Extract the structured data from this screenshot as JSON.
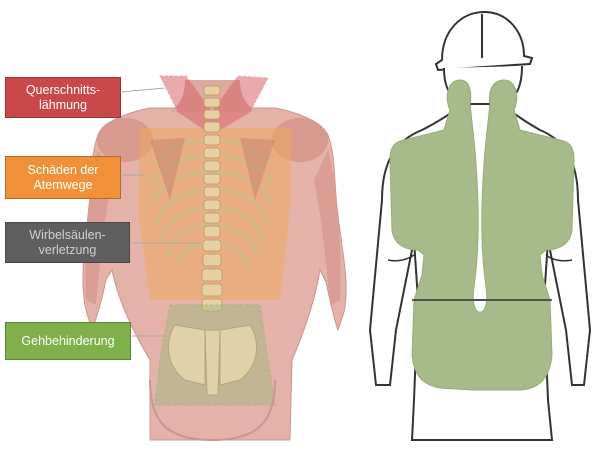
{
  "labels": [
    {
      "id": "paraplegia",
      "text": "Querschnitts-\nlähmung",
      "bg": "#c9494b",
      "fg": "#ffffff"
    },
    {
      "id": "airways",
      "text": "Schäden der\nAtemwege",
      "bg": "#f0913a",
      "fg": "#ffffff"
    },
    {
      "id": "spine",
      "text": "Wirbelsäulen-\nverletzung",
      "bg": "#5f5f5f",
      "fg": "#cfcfcf"
    },
    {
      "id": "walking",
      "text": "Gehbehinderung",
      "bg": "#7fb04a",
      "fg": "#ffffff"
    }
  ],
  "colors": {
    "skin": "#e4b2a8",
    "muscle": "#d08a80",
    "bone": "#e6d0a3",
    "red_zone": "#d9666b",
    "orange_zone": "#f0a85a",
    "green_zone": "#a7b986",
    "vest": "#a7bb8a",
    "outline": "#333333"
  },
  "icons": {
    "worker": "construction-worker-outline",
    "helmet": "hard-hat-icon"
  }
}
